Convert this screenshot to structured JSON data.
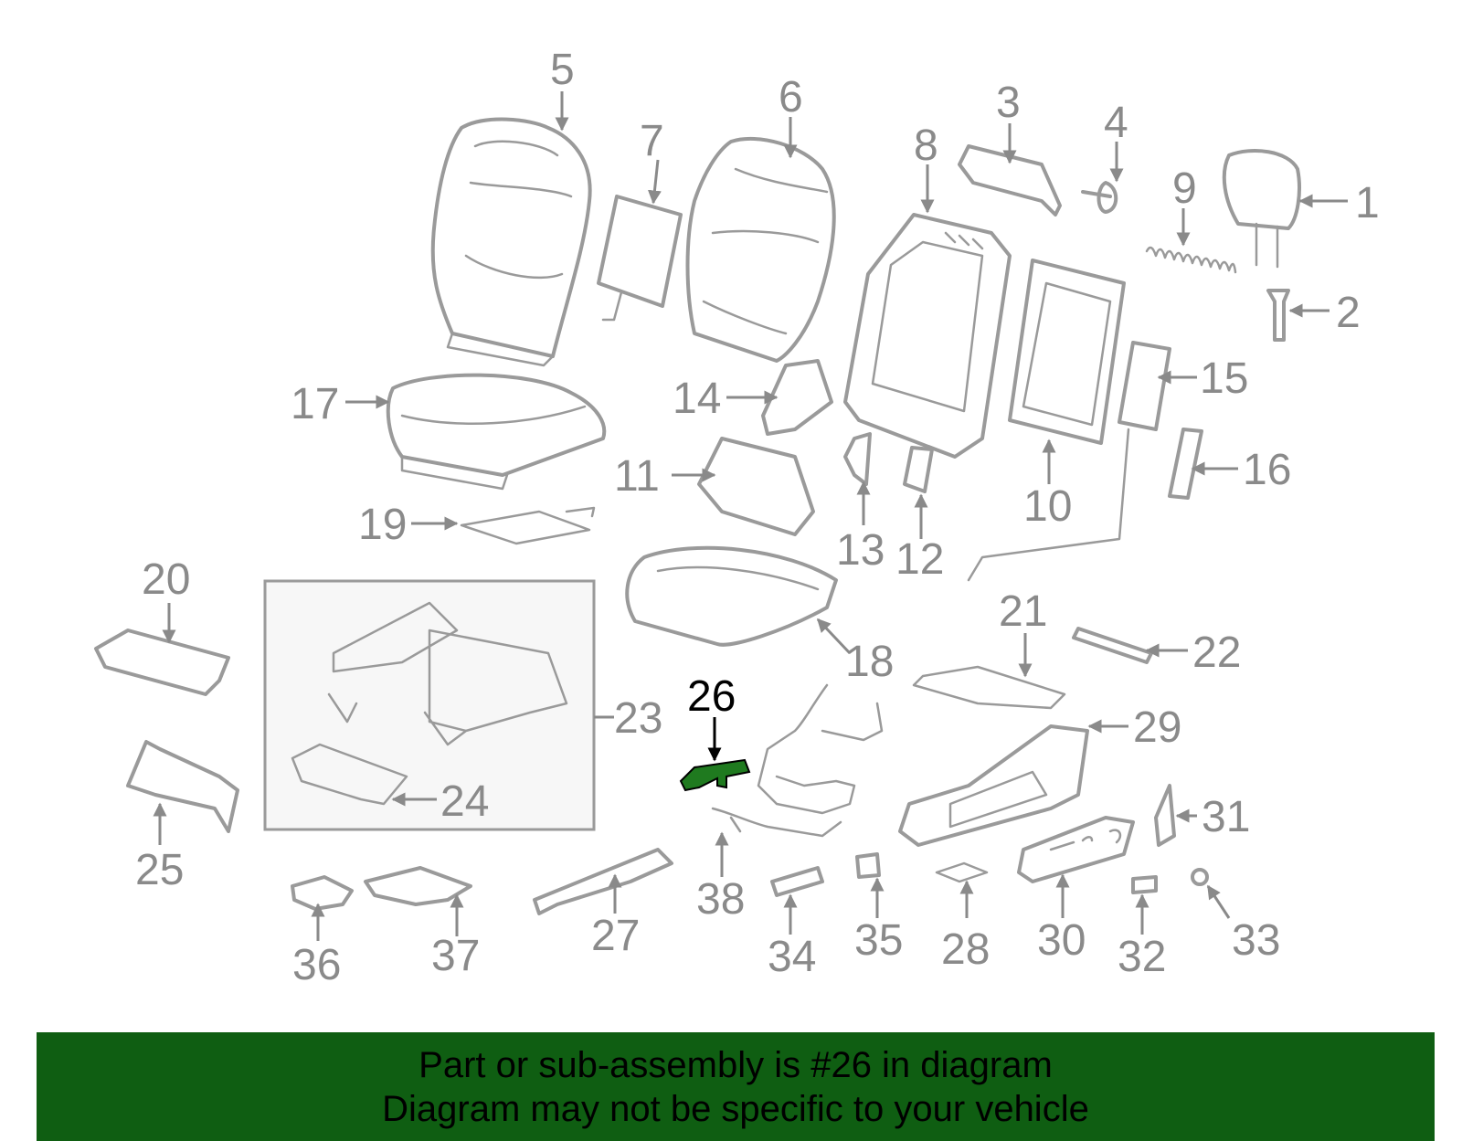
{
  "diagram": {
    "highlight_color": "#1f7a1f",
    "callouts": [
      "1",
      "2",
      "3",
      "4",
      "5",
      "6",
      "7",
      "8",
      "9",
      "10",
      "11",
      "12",
      "13",
      "14",
      "15",
      "16",
      "17",
      "18",
      "19",
      "20",
      "21",
      "22",
      "23",
      "24",
      "25",
      "26",
      "27",
      "28",
      "29",
      "30",
      "31",
      "32",
      "33",
      "34",
      "35",
      "36",
      "37",
      "38"
    ],
    "highlighted_part": "26"
  },
  "banner": {
    "line1": "Part or sub-assembly is #26 in diagram",
    "line2": "Diagram may not be specific to your vehicle",
    "background": "#0f5e12"
  }
}
